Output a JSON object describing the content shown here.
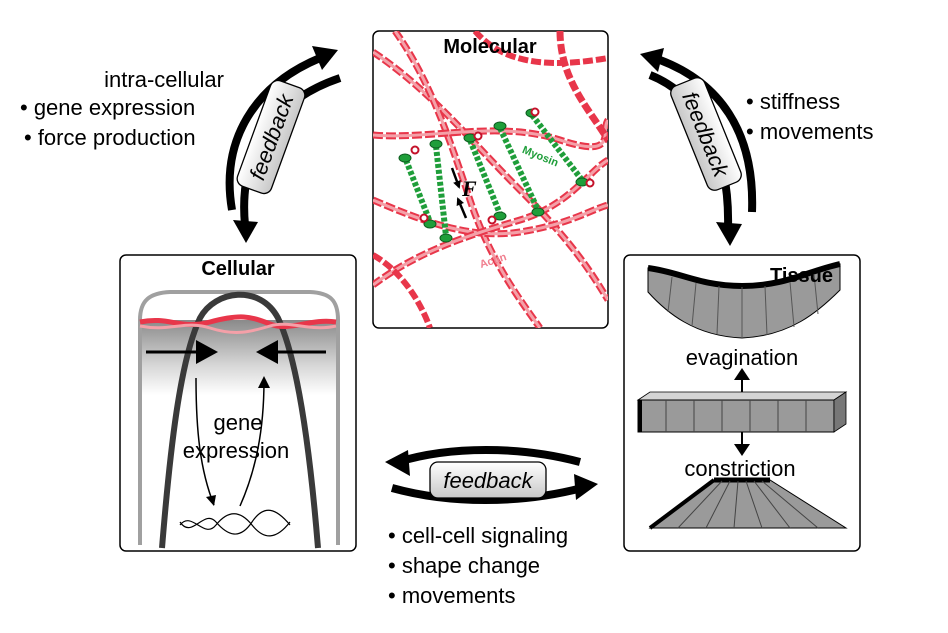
{
  "panels": {
    "molecular": {
      "title": "Molecular",
      "myosin_label": "Myosin",
      "actin_label": "Actin",
      "force_label": "F"
    },
    "cellular": {
      "title": "Cellular",
      "gene_line1": "gene",
      "gene_line2": "expression"
    },
    "tissue": {
      "title": "Tissue",
      "evagination": "evagination",
      "constriction": "constriction"
    }
  },
  "feedback_label": "feedback",
  "links": {
    "top_left": [
      "intra-cellular",
      "• gene expression",
      "• force production"
    ],
    "top_right": [
      "• stiffness",
      "• movements"
    ],
    "bottom": [
      "• cell-cell signaling",
      "• shape change",
      "• movements"
    ]
  },
  "colors": {
    "actin": "#e8364a",
    "actin_light": "#f4a0a8",
    "myosin": "#1f9e3a",
    "myosin_dark": "#0d5c1f",
    "block_gray": "#9a9a9a",
    "panel_border": "#000000"
  }
}
